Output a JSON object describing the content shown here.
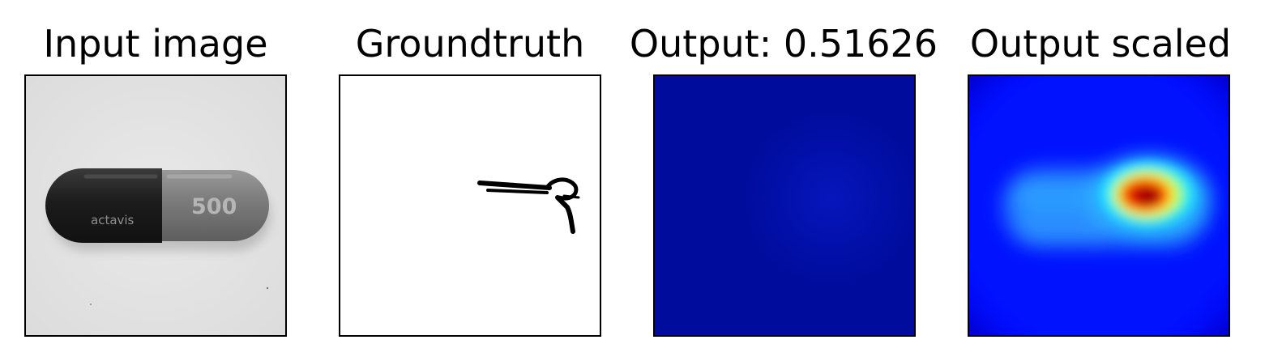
{
  "figure": {
    "panels": [
      {
        "title": "Input image"
      },
      {
        "title": "Groundtruth"
      },
      {
        "title": "Output: 0.51626"
      },
      {
        "title": "Output scaled"
      }
    ]
  },
  "input_image": {
    "capsule_print_number": "500",
    "capsule_print_brand": "actavis"
  }
}
